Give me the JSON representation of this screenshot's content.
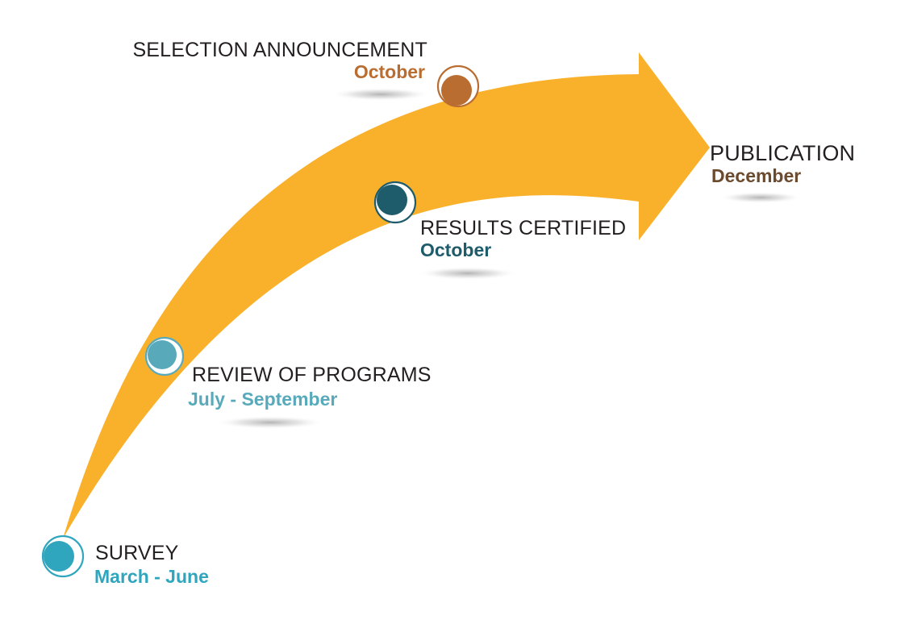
{
  "colors": {
    "arrow": "#f9b12c",
    "survey": "#2fa6bd",
    "review": "#58aabb",
    "results": "#1f5c6b",
    "selection": "#b96d31",
    "publication": "#6b4a2e",
    "title_text": "#231f20"
  },
  "steps": {
    "survey": {
      "title": "SURVEY",
      "date": "March - June"
    },
    "review": {
      "title": "REVIEW OF PROGRAMS",
      "date": "July - September"
    },
    "results": {
      "title": "RESULTS CERTIFIED",
      "date": "October"
    },
    "selection": {
      "title": "SELECTION ANNOUNCEMENT",
      "date": "October"
    },
    "publication": {
      "title": "PUBLICATION",
      "date": "December"
    }
  }
}
